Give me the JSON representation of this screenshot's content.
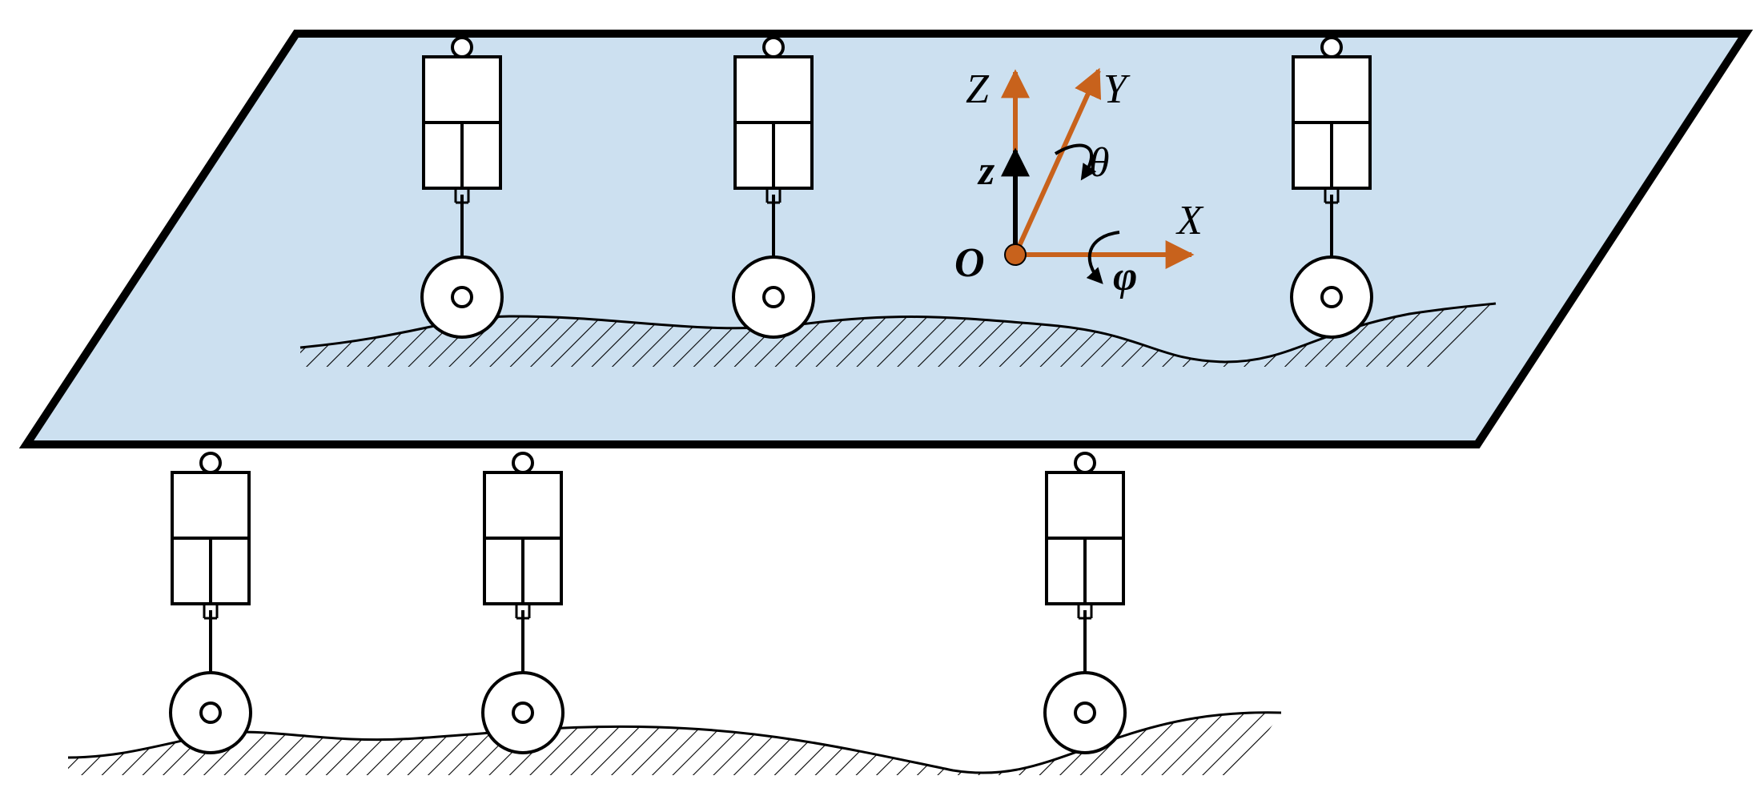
{
  "labels": {
    "Z": "Z",
    "Y": "Y",
    "X": "X",
    "z": "z",
    "theta": "θ",
    "phi": "φ",
    "origin": "O"
  },
  "colors": {
    "platform_fill": "#cce0f0",
    "outline": "#000000",
    "axis": "#c8621c",
    "origin_dot": "#c8621c",
    "background": "#ffffff"
  },
  "suspension_units": {
    "on_platform": 3,
    "below_platform": 3
  }
}
